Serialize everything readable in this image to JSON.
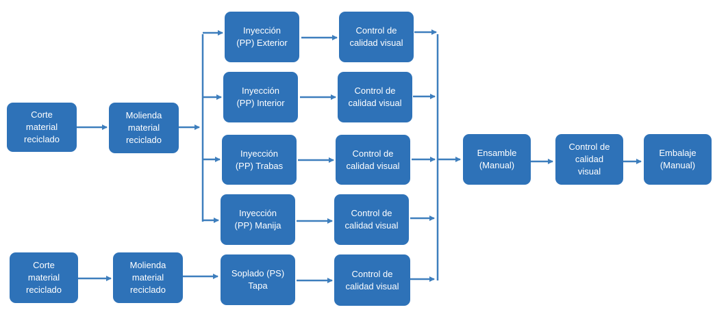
{
  "colors": {
    "node_fill": "#2e72b8",
    "node_text": "#ffffff",
    "connector": "#3d7ebd"
  },
  "nodes": {
    "corte_top": "Corte\nmaterial\nreciclado",
    "molienda_top": "Molienda\nmaterial\nreciclado",
    "iny_exterior": "Inyección\n(PP) Exterior",
    "iny_interior": "Inyección\n(PP) Interior",
    "iny_trabas": "Inyección\n(PP) Trabas",
    "iny_manija": "Inyección\n(PP) Manija",
    "qc_exterior": "Control de\ncalidad visual",
    "qc_interior": "Control de\ncalidad visual",
    "qc_trabas": "Control de\ncalidad visual",
    "qc_manija": "Control de\ncalidad visual",
    "corte_bottom": "Corte\nmaterial\nreciclado",
    "molienda_bottom": "Molienda\nmaterial\nreciclado",
    "soplado_tapa": "Soplado (PS)\nTapa",
    "qc_tapa": "Control de\ncalidad visual",
    "ensamble": "Ensamble\n(Manual)",
    "qc_final": "Control de\ncalidad\nvisual",
    "embalaje": "Embalaje\n(Manual)"
  }
}
